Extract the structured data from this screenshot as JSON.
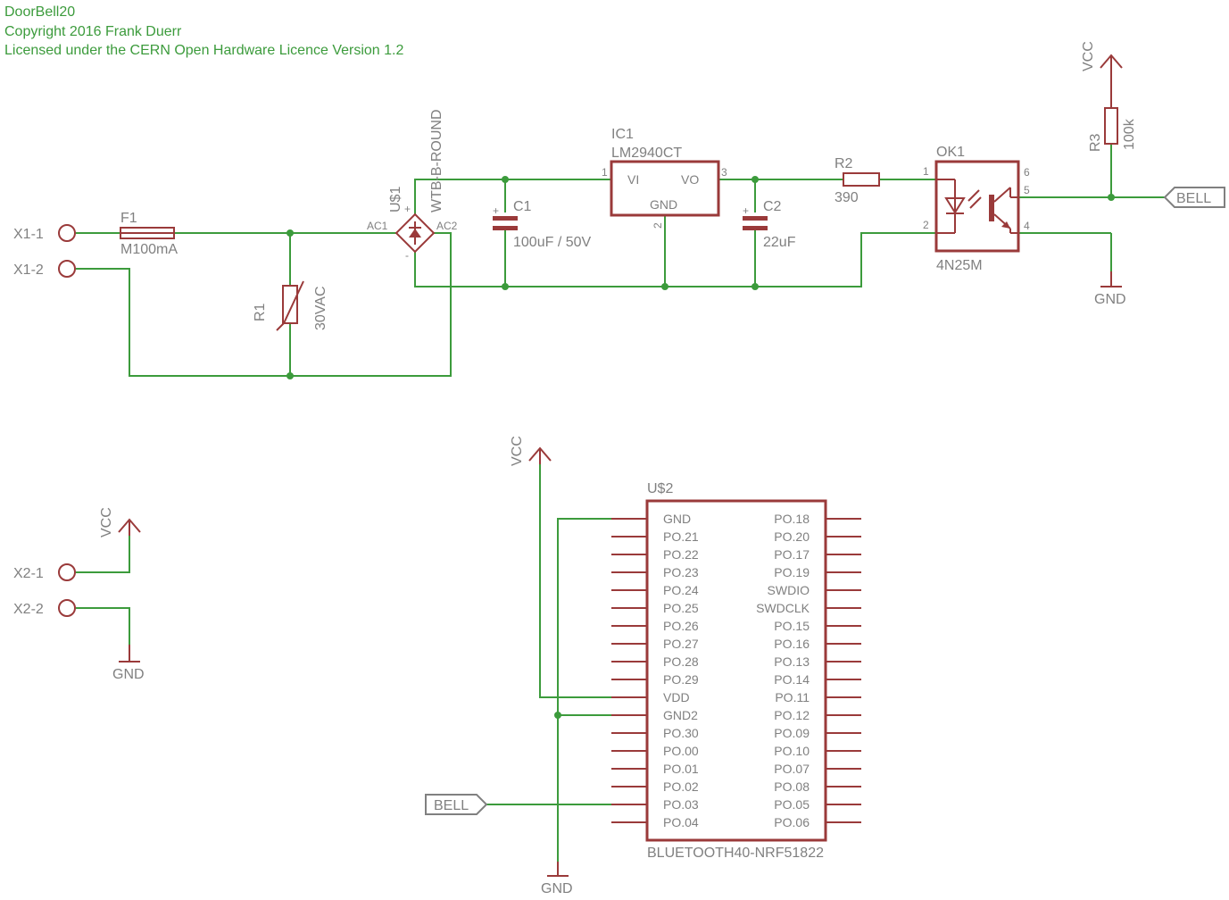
{
  "header": {
    "title": "DoorBell20",
    "copyright": "Copyright 2016 Frank Duerr",
    "license": "Licensed under the CERN Open Hardware Licence Version 1.2"
  },
  "connectors": {
    "x1_1": "X1-1",
    "x1_2": "X1-2",
    "x2_1": "X2-1",
    "x2_2": "X2-2"
  },
  "fuse": {
    "name": "F1",
    "value": "M100mA"
  },
  "varistor": {
    "name": "R1",
    "value": "30VAC"
  },
  "bridge": {
    "name": "U$1",
    "value": "WTB-B-ROUND",
    "ac1": "AC1",
    "ac2": "AC2",
    "plus": "+",
    "minus": "-"
  },
  "cap1": {
    "name": "C1",
    "value": "100uF / 50V",
    "plus": "+"
  },
  "regulator": {
    "name": "IC1",
    "value": "LM2940CT",
    "vi": "VI",
    "vo": "VO",
    "gnd": "GND",
    "pin1": "1",
    "pin2": "2",
    "pin3": "3"
  },
  "cap2": {
    "name": "C2",
    "value": "22uF",
    "plus": "+"
  },
  "r2": {
    "name": "R2",
    "value": "390"
  },
  "optocoupler": {
    "name": "OK1",
    "value": "4N25M",
    "pin1": "1",
    "pin2": "2",
    "pin4": "4",
    "pin5": "5",
    "pin6": "6"
  },
  "r3": {
    "name": "R3",
    "value": "100k"
  },
  "power": {
    "vcc": "VCC",
    "gnd": "GND"
  },
  "netflag": {
    "bell": "BELL"
  },
  "module": {
    "name": "U$2",
    "value": "BLUETOOTH40-NRF51822",
    "left_pins": [
      "GND",
      "PO.21",
      "PO.22",
      "PO.23",
      "PO.24",
      "PO.25",
      "PO.26",
      "PO.27",
      "PO.28",
      "PO.29",
      "VDD",
      "GND2",
      "PO.30",
      "PO.00",
      "PO.01",
      "PO.02",
      "PO.03",
      "PO.04"
    ],
    "right_pins": [
      "PO.18",
      "PO.20",
      "PO.17",
      "PO.19",
      "SWDIO",
      "SWDCLK",
      "PO.15",
      "PO.16",
      "PO.13",
      "PO.14",
      "PO.11",
      "PO.12",
      "PO.09",
      "PO.10",
      "PO.07",
      "PO.08",
      "PO.05",
      "PO.06"
    ]
  },
  "colors": {
    "wire": "#3c9b3c",
    "part": "#9a3a3a",
    "label": "#808080"
  }
}
